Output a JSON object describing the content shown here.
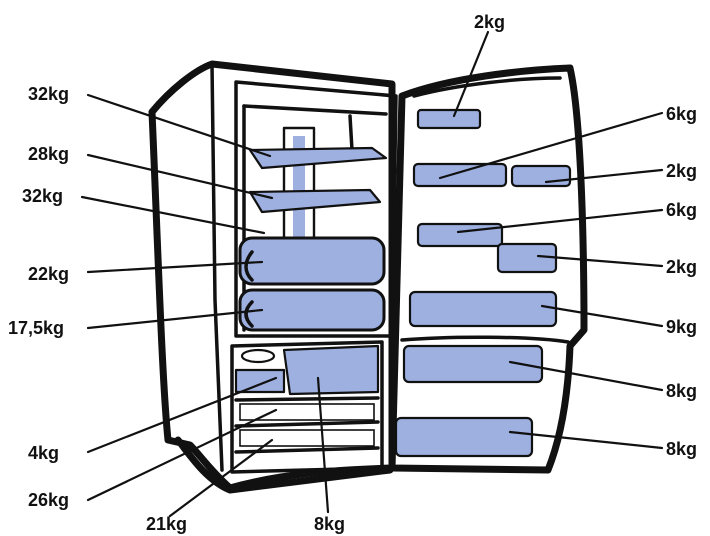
{
  "labels": {
    "door_top": "2kg",
    "shelf_1": "32kg",
    "shelf_2": "28kg",
    "shelf_3": "32kg",
    "drawer_1": "22kg",
    "drawer_2": "17,5kg",
    "freezer_small": "4kg",
    "freezer_mid": "26kg",
    "freezer_bottom": "21kg",
    "freezer_box": "8kg",
    "door_right_1": "6kg",
    "door_right_2": "2kg",
    "door_right_3": "6kg",
    "door_right_4": "2kg",
    "door_right_5": "9kg",
    "door_right_6": "8kg",
    "door_right_7": "8kg"
  },
  "colors": {
    "shelf_blue": "#9db0e0",
    "outline": "#111111"
  }
}
